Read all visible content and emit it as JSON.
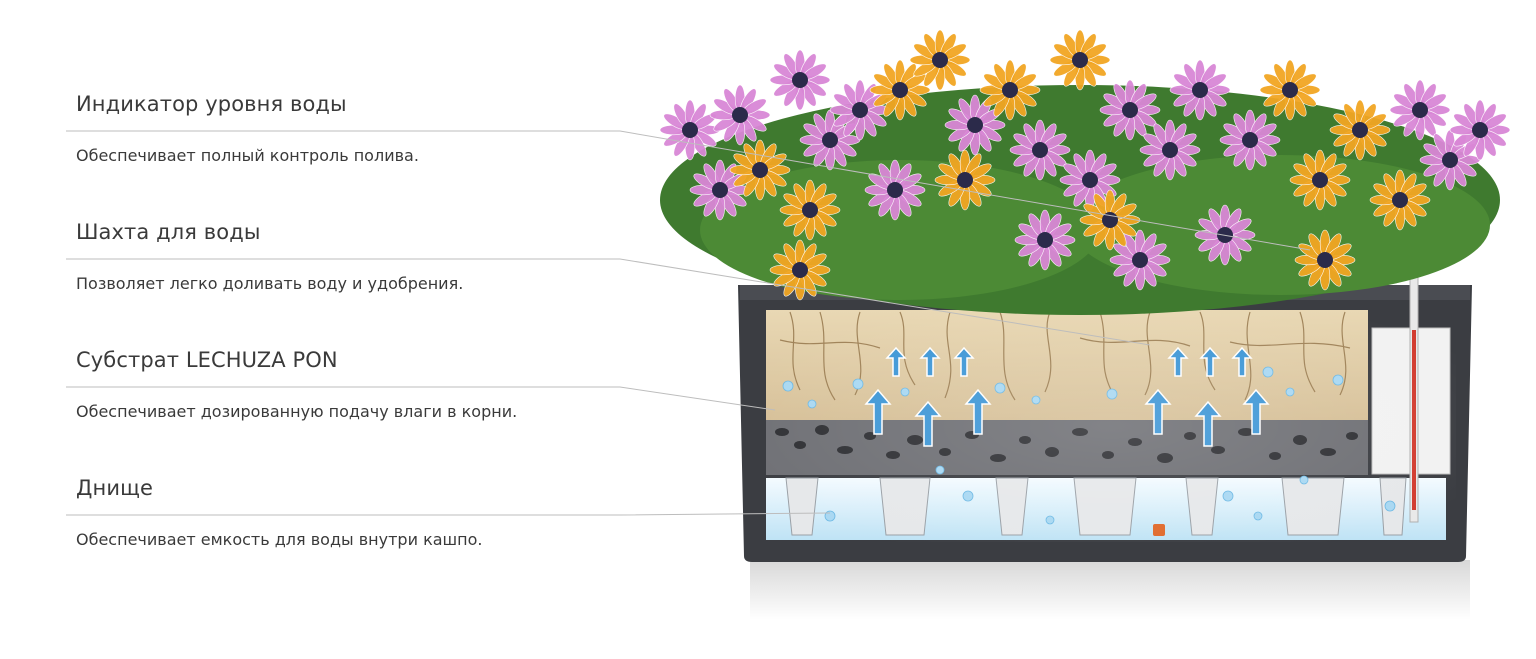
{
  "features": [
    {
      "title": "Индикатор уровня воды",
      "description": "Обеспечивает полный контроль полива."
    },
    {
      "title": "Шахта для воды",
      "description": "Позволяет легко доливать воду и удобрения."
    },
    {
      "title": "Субстрат LECHUZA PON",
      "description": "Обеспечивает дозированную подачу влаги в корни."
    },
    {
      "title": "Днище",
      "description": "Обеспечивает емкость для воды внутри кашпо."
    }
  ],
  "colors": {
    "text": "#3a3a3a",
    "divider": "#c9c9c9",
    "planter": "#3b3d42",
    "soil": "#dcc7a1",
    "water": "#bfe3f5",
    "arrow": "#3f97d6",
    "flower_pink": "#d987d6",
    "flower_orange": "#f2a623"
  }
}
